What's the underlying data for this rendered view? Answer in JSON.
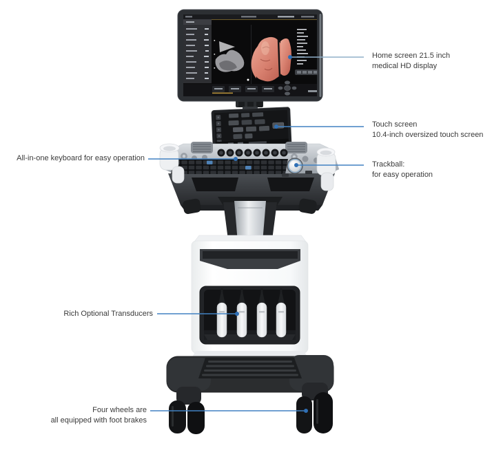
{
  "annotations": {
    "home_screen": {
      "line1": "Home screen 21.5 inch",
      "line2": "medical HD display"
    },
    "touch_screen": {
      "line1": "Touch screen",
      "line2": "10.4-inch oversized touch screen"
    },
    "keyboard": {
      "line1": "All-in-one keyboard for easy operation"
    },
    "trackball": {
      "line1": "Trackball:",
      "line2": "for easy operation"
    },
    "transducers": {
      "line1": "Rich Optional Transducers"
    },
    "wheels": {
      "line1": "Four wheels are",
      "line2": "all equipped with foot brakes"
    }
  },
  "colors": {
    "background": "#ffffff",
    "label_text": "#3a3a3a",
    "leader_line": "#4181c2",
    "leader_line_light": "#8fafc9",
    "leader_dot": "#2f6fb5",
    "monitor_bezel": "#2c2f33",
    "screen_black": "#0a0a0b",
    "render_pink": "#d78877",
    "machine_white": "#f4f5f7",
    "machine_dark": "#2b2d30",
    "menu_accent_gold": "#b5903a"
  }
}
